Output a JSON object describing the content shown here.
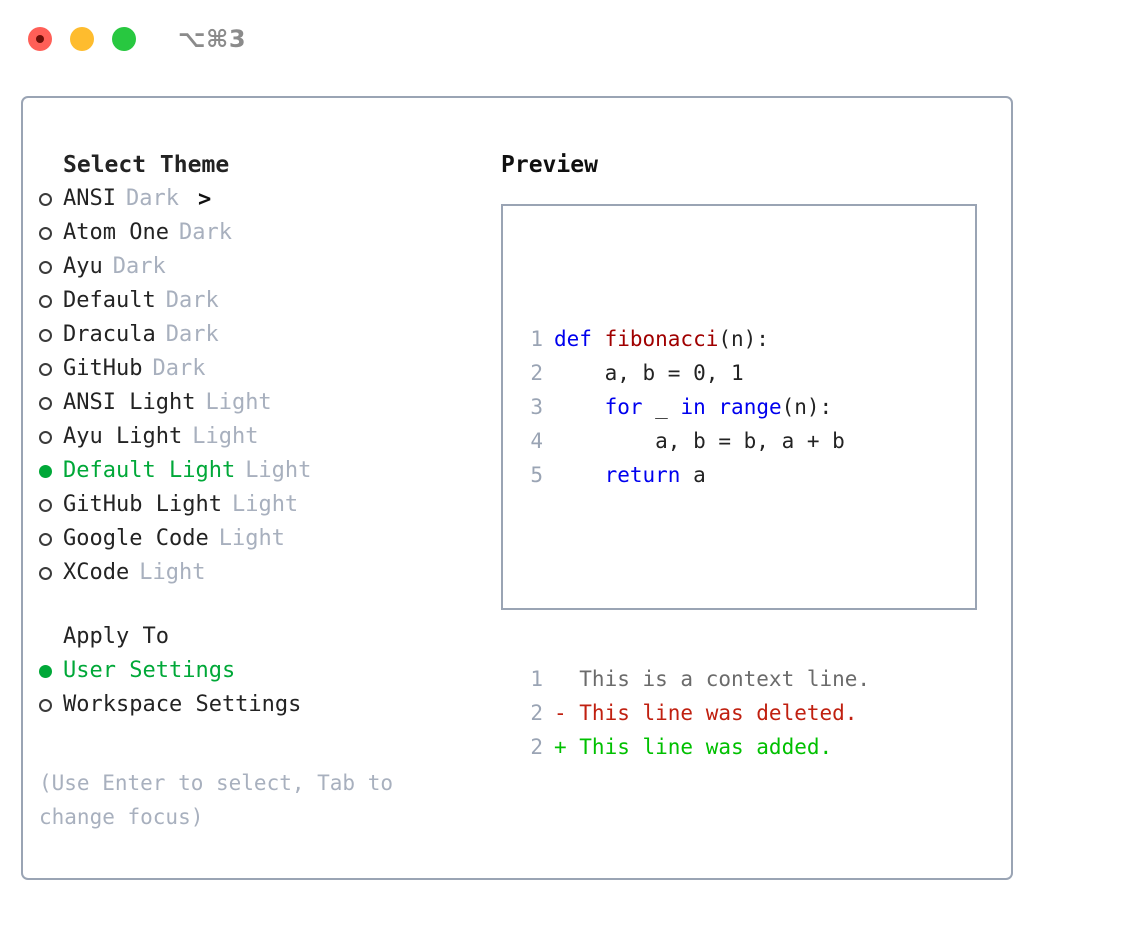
{
  "window": {
    "shortcut_label": "⌥⌘3",
    "traffic_lights": [
      {
        "name": "close",
        "color": "#ff5f57"
      },
      {
        "name": "minimize",
        "color": "#febc2e"
      },
      {
        "name": "maximize",
        "color": "#28c840"
      }
    ]
  },
  "theme_selector": {
    "header_marker": ">",
    "header": "Select Theme",
    "items": [
      {
        "marker": "o",
        "label": "ANSI",
        "variant": "Dark",
        "selected": false
      },
      {
        "marker": "o",
        "label": "Atom One",
        "variant": "Dark",
        "selected": false
      },
      {
        "marker": "o",
        "label": "Ayu",
        "variant": "Dark",
        "selected": false
      },
      {
        "marker": "o",
        "label": "Default",
        "variant": "Dark",
        "selected": false
      },
      {
        "marker": "o",
        "label": "Dracula",
        "variant": "Dark",
        "selected": false
      },
      {
        "marker": "o",
        "label": "GitHub",
        "variant": "Dark",
        "selected": false
      },
      {
        "marker": "o",
        "label": "ANSI Light",
        "variant": "Light",
        "selected": false
      },
      {
        "marker": "o",
        "label": "Ayu Light",
        "variant": "Light",
        "selected": false
      },
      {
        "marker": "●",
        "label": "Default Light",
        "variant": "Light",
        "selected": true
      },
      {
        "marker": "o",
        "label": "GitHub Light",
        "variant": "Light",
        "selected": false
      },
      {
        "marker": "o",
        "label": "Google Code",
        "variant": "Light",
        "selected": false
      },
      {
        "marker": "o",
        "label": "XCode",
        "variant": "Light",
        "selected": false
      }
    ]
  },
  "apply_to": {
    "header": "Apply To",
    "items": [
      {
        "marker": "●",
        "label": "User Settings",
        "selected": true
      },
      {
        "marker": "o",
        "label": "Workspace Settings",
        "selected": false
      }
    ]
  },
  "hint": "(Use Enter to select, Tab to change focus)",
  "preview": {
    "title": "Preview",
    "code_lines": [
      {
        "no": "1",
        "segments": [
          {
            "text": "def ",
            "style": "kw"
          },
          {
            "text": "fibonacci",
            "style": "fn"
          },
          {
            "text": "(n):",
            "style": "plain"
          }
        ]
      },
      {
        "no": "2",
        "segments": [
          {
            "text": "    a, b = 0, 1",
            "style": "plain"
          }
        ]
      },
      {
        "no": "3",
        "segments": [
          {
            "text": "    ",
            "style": "plain"
          },
          {
            "text": "for",
            "style": "kw"
          },
          {
            "text": " _ ",
            "style": "plain"
          },
          {
            "text": "in",
            "style": "kw"
          },
          {
            "text": " ",
            "style": "plain"
          },
          {
            "text": "range",
            "style": "kw"
          },
          {
            "text": "(n):",
            "style": "plain"
          }
        ]
      },
      {
        "no": "4",
        "segments": [
          {
            "text": "        a, b = b, a + b",
            "style": "plain"
          }
        ]
      },
      {
        "no": "5",
        "segments": [
          {
            "text": "    ",
            "style": "plain"
          },
          {
            "text": "return",
            "style": "kw"
          },
          {
            "text": " a",
            "style": "plain"
          }
        ]
      }
    ],
    "diff_lines": [
      {
        "no": "1",
        "text": "  This is a context line.",
        "style": "ctx"
      },
      {
        "no": "2",
        "text": "- This line was deleted.",
        "style": "del"
      },
      {
        "no": "2",
        "text": "+ This line was added.",
        "style": "add"
      }
    ]
  },
  "colors": {
    "accent_green": "#00a838",
    "diff_add": "#00c000",
    "diff_del": "#c02010",
    "keyword_blue": "#0000ee",
    "function_red": "#a00000",
    "dim_gray": "#a8b0be",
    "border": "#9aa4b4"
  }
}
